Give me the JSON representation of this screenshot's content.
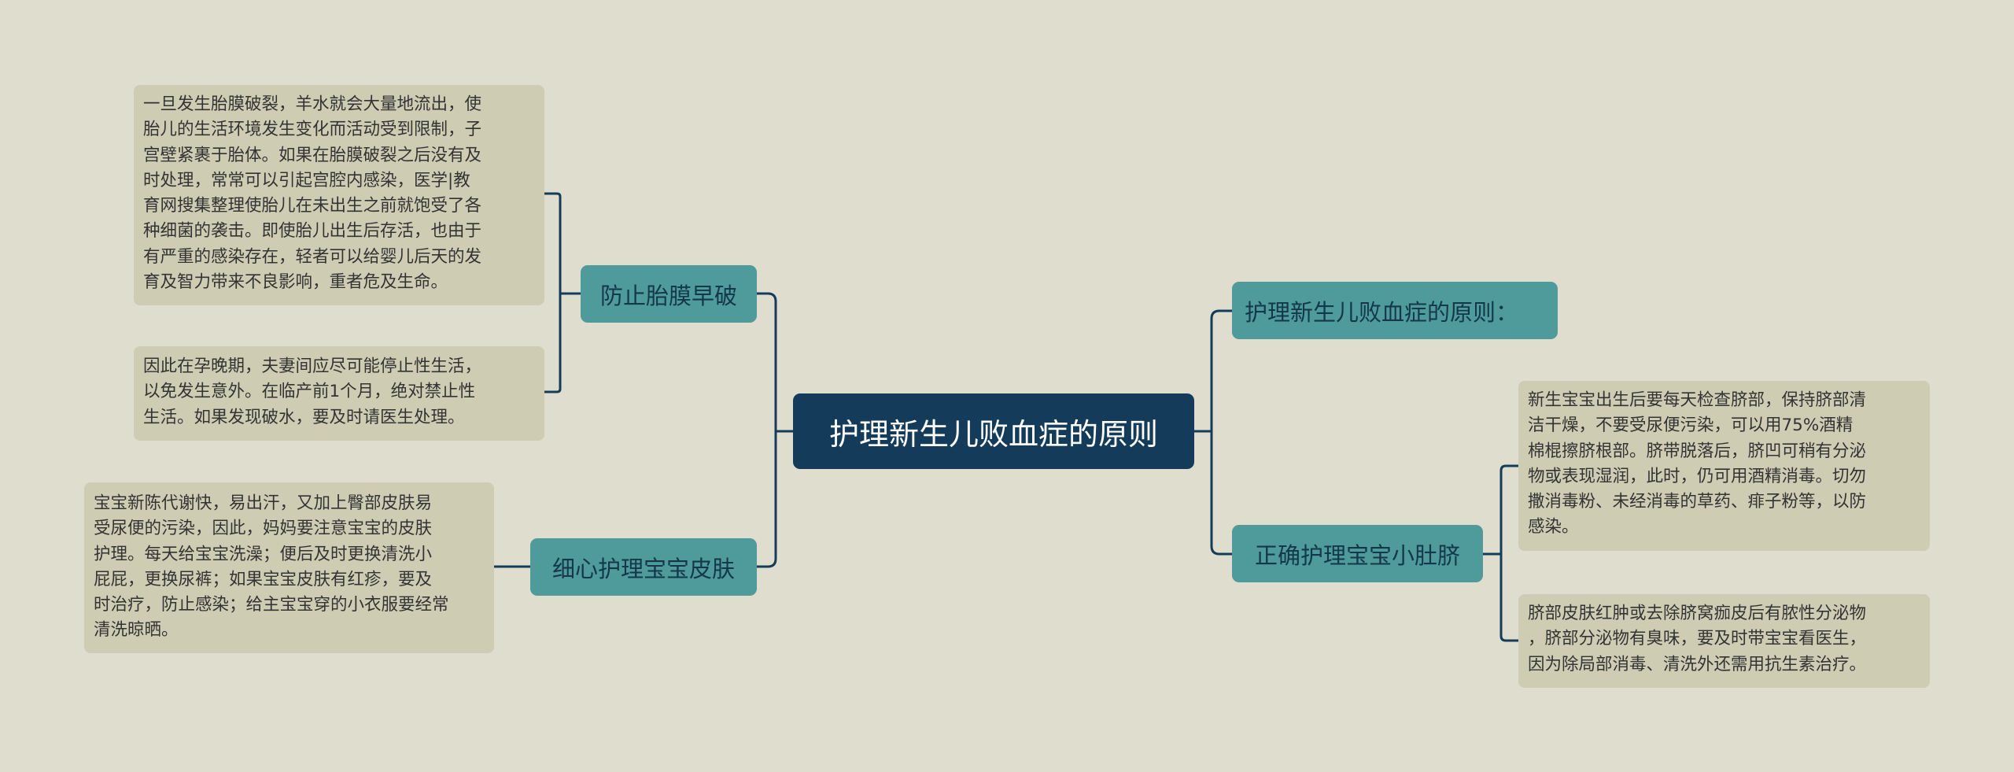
{
  "root": {
    "text": "护理新生儿败血症的原则"
  },
  "branches": [
    {
      "text": "防止胎膜早破",
      "leaves": [
        {
          "lines": [
            "一旦发生胎膜破裂，羊水就会大量地流出，使",
            "胎儿的生活环境发生变化而活动受到限制，子",
            "宫壁紧裹于胎体。如果在胎膜破裂之后没有及",
            "时处理，常常可以引起宫腔内感染，医学|教",
            "育网搜集整理使胎儿在未出生之前就饱受了各",
            "种细菌的袭击。即使胎儿出生后存活，也由于",
            "有严重的感染存在，轻者可以给婴儿后天的发",
            "育及智力带来不良影响，重者危及生命。"
          ]
        },
        {
          "lines": [
            "因此在孕晚期，夫妻间应尽可能停止性生活，",
            "以免发生意外。在临产前1个月，绝对禁止性",
            "生活。如果发现破水，要及时请医生处理。"
          ]
        }
      ]
    },
    {
      "text": "细心护理宝宝皮肤",
      "leaves": [
        {
          "lines": [
            "宝宝新陈代谢快，易出汗，又加上臀部皮肤易",
            "受尿便的污染，因此，妈妈要注意宝宝的皮肤",
            "护理。每天给宝宝洗澡；便后及时更换清洗小",
            "屁屁，更换尿裤；如果宝宝皮肤有红疹，要及",
            "时治疗，防止感染；给主宝宝穿的小衣服要经常",
            "清洗晾晒。"
          ]
        }
      ]
    },
    {
      "text": "护理新生儿败血症的原则：",
      "leaves": []
    },
    {
      "text": "正确护理宝宝小肚脐",
      "leaves": [
        {
          "lines": [
            "新生宝宝出生后要每天检查脐部，保持脐部清",
            "洁干燥，不要受尿便污染，可以用75%酒精",
            "棉棍擦脐根部。脐带脱落后，脐凹可稍有分泌",
            "物或表现湿润，此时，仍可用酒精消毒。切勿",
            "撒消毒粉、未经消毒的草药、痱子粉等，以防",
            "感染。"
          ]
        },
        {
          "lines": [
            "脐部皮肤红肿或去除脐窝痂皮后有脓性分泌物",
            "，脐部分泌物有臭味，要及时带宝宝看医生，",
            "因为除局部消毒、清洗外还需用抗生素治疗。"
          ]
        }
      ]
    }
  ],
  "colors": {
    "background": "#dfddce",
    "root_fill": "#143c5a",
    "branch_fill": "#4f9a9b",
    "leaf_fill": "#cfccb4",
    "connector": "#143c5a"
  }
}
